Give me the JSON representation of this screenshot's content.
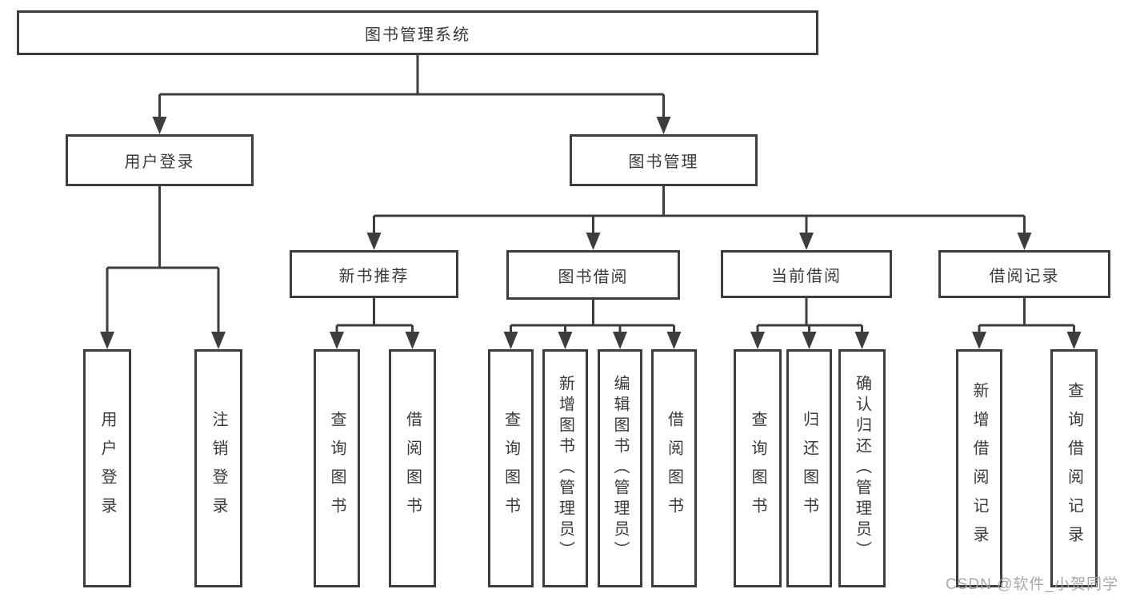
{
  "nodes": {
    "root": "图书管理系统",
    "user_login": "用户登录",
    "book_management": "图书管理",
    "new_book_recommendation": "新书推荐",
    "book_borrowing": "图书借阅",
    "current_borrowing": "当前借阅",
    "borrowing_records": "借阅记录",
    "leaves": [
      "用户登录",
      "注销登录",
      "查询图书",
      "借阅图书",
      "查询图书",
      "新增图书（管理员）",
      "编辑图书（管理员）",
      "借阅图书",
      "查询图书",
      "归还图书",
      "确认归还（管理员）",
      "新增借阅记录",
      "查询借阅记录"
    ]
  },
  "hierarchy": {
    "图书管理系统": [
      "用户登录",
      "图书管理"
    ],
    "用户登录": [
      "用户登录",
      "注销登录"
    ],
    "图书管理": [
      "新书推荐",
      "图书借阅",
      "当前借阅",
      "借阅记录"
    ],
    "新书推荐": [
      "查询图书",
      "借阅图书"
    ],
    "图书借阅": [
      "查询图书",
      "新增图书（管理员）",
      "编辑图书（管理员）",
      "借阅图书"
    ],
    "当前借阅": [
      "查询图书",
      "归还图书",
      "确认归还（管理员）"
    ],
    "借阅记录": [
      "新增借阅记录",
      "查询借阅记录"
    ]
  },
  "watermark": "CSDN @软件_小贺同学",
  "colors": {
    "line": "#3d3d3d",
    "box_border": "#3d3d3d",
    "text": "#3a3a3a",
    "watermark": "#a3a3a3",
    "background": "#ffffff"
  }
}
